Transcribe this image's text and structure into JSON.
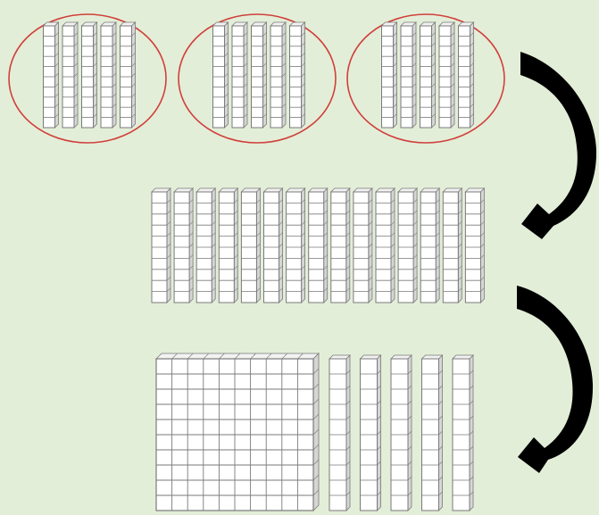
{
  "diagram": {
    "background_color": "#e3eed8",
    "block_stroke_color": "#7a7a7a",
    "block_face_color": "#ffffff",
    "block_side_color": "#d6d6d6",
    "group_outline_color": "#d0403c",
    "arrow_color": "#000000",
    "groups": [
      {
        "rods_per_group": 5,
        "cubes_per_rod": 10
      },
      {
        "rods_per_group": 5,
        "cubes_per_rod": 10
      },
      {
        "rods_per_group": 5,
        "cubes_per_rod": 10
      }
    ],
    "middle_row": {
      "rods": 15,
      "cubes_per_rod": 10
    },
    "bottom_row": {
      "flat": {
        "columns": 10,
        "rows": 10
      },
      "rods": 5,
      "cubes_per_rod": 10
    },
    "arrows": [
      {
        "name": "arrow-groups-to-rods",
        "direction": "down"
      },
      {
        "name": "arrow-rods-to-flat",
        "direction": "down"
      }
    ]
  }
}
